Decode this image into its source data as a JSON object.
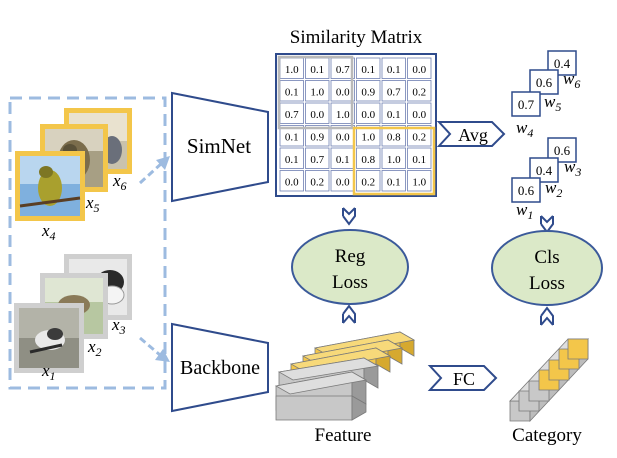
{
  "labels": {
    "simnet": "SimNet",
    "backbone": "Backbone",
    "avg": "Avg",
    "fc": "FC",
    "reg_line1": "Reg",
    "reg_line2": "Loss",
    "cls_line1": "Cls",
    "cls_line2": "Loss",
    "feature": "Feature",
    "category": "Category",
    "similarity_title": "Similarity Matrix",
    "weight_title": "Weight"
  },
  "image_labels": {
    "x1": "x",
    "x1_sub": "1",
    "x2": "x",
    "x2_sub": "2",
    "x3": "x",
    "x3_sub": "3",
    "x4": "x",
    "x4_sub": "4",
    "x5": "x",
    "x5_sub": "5",
    "x6": "x",
    "x6_sub": "6"
  },
  "matrix": [
    [
      "1.0",
      "0.1",
      "0.7",
      "0.1",
      "0.1",
      "0.0"
    ],
    [
      "0.1",
      "1.0",
      "0.0",
      "0.9",
      "0.7",
      "0.2"
    ],
    [
      "0.7",
      "0.0",
      "1.0",
      "0.0",
      "0.1",
      "0.0"
    ],
    [
      "0.1",
      "0.9",
      "0.0",
      "1.0",
      "0.8",
      "0.2"
    ],
    [
      "0.1",
      "0.7",
      "0.1",
      "0.8",
      "1.0",
      "0.1"
    ],
    [
      "0.0",
      "0.2",
      "0.0",
      "0.2",
      "0.1",
      "1.0"
    ]
  ],
  "weights_top": [
    {
      "value": "0.4",
      "w": "w",
      "sub": "6"
    },
    {
      "value": "0.6",
      "w": "w",
      "sub": "5"
    },
    {
      "value": "0.7",
      "w": "w",
      "sub": "4"
    }
  ],
  "weights_bottom": [
    {
      "value": "0.6",
      "w": "w",
      "sub": "3"
    },
    {
      "value": "0.4",
      "w": "w",
      "sub": "2"
    },
    {
      "value": "0.6",
      "w": "w",
      "sub": "1"
    }
  ],
  "colors": {
    "navy": "#2f4b8c",
    "dashed": "#9dbbe0",
    "yellow": "#f3c64a",
    "gray": "#c8c8c8",
    "ellipse_fill": "#dbe9c8",
    "ellipse_stroke": "#3b5a9a"
  }
}
